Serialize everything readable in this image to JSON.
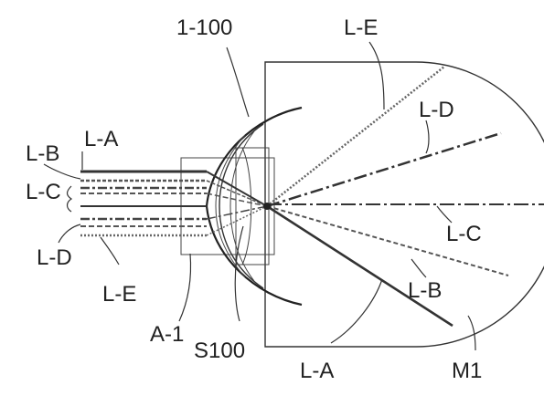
{
  "labels": {
    "part_1_100": "1-100",
    "part_a_1": "A-1",
    "part_s100": "S100",
    "part_m1": "M1",
    "ray_le_top": "L-E",
    "ray_ld_top": "L-D",
    "ray_lc_right": "L-C",
    "ray_lb_right": "L-B",
    "ray_la_bottom": "L-A",
    "ray_la_left": "L-A",
    "ray_lb_left": "L-B",
    "ray_lc_left": "L-C",
    "ray_ld_left": "L-D",
    "ray_le_left": "L-E"
  }
}
